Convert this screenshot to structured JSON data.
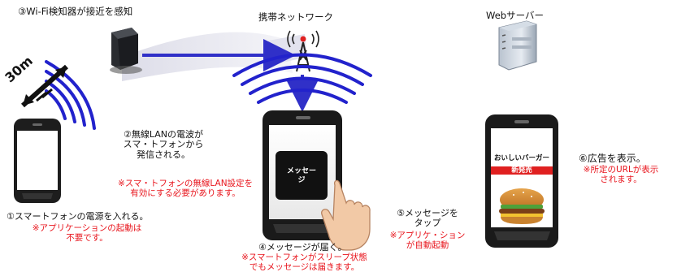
{
  "labels": {
    "wifi_detector": "③Wi-Fi検知器が接近を感知",
    "mobile_network": "携帯ネットワーク",
    "web_server": "Webサーバー",
    "distance": "30m",
    "step2_line1": "②無線LANの電波が",
    "step2_line2": "スマ・トフォンから",
    "step2_line3": "発信される。",
    "step2_note_line1": "※スマ・トフォンの無線LAN設定を",
    "step2_note_line2": "有効にする必要があります。",
    "step1_line1": "①スマートフォンの電源を入れる。",
    "step1_note_line1": "※アプリケーションの起動は",
    "step1_note_line2": "不要です。",
    "step4_line1": "④メッセージが届く。",
    "step4_note_line1": "※スマートフォンがスリープ状態",
    "step4_note_line2": "でもメッセージは届きます。",
    "step5_line1": "⑤メッセージを",
    "step5_line2": "タップ",
    "step5_note_line1": "※アプリケ・ション",
    "step5_note_line2": "が自動起動",
    "step6_line1": "⑥広告を表示。",
    "step6_note_line1": "※所定のURLが表示",
    "step6_note_line2": "されます。",
    "popup_line1": "メッセー",
    "popup_line2": "ジ",
    "ad_title": "おいしいバーガー",
    "ad_badge": "新発売"
  },
  "colors": {
    "arrow_blue": "#3030c8",
    "wave_blue": "#2222cc",
    "note_red": "#e8141c",
    "ad_red": "#e02020"
  }
}
